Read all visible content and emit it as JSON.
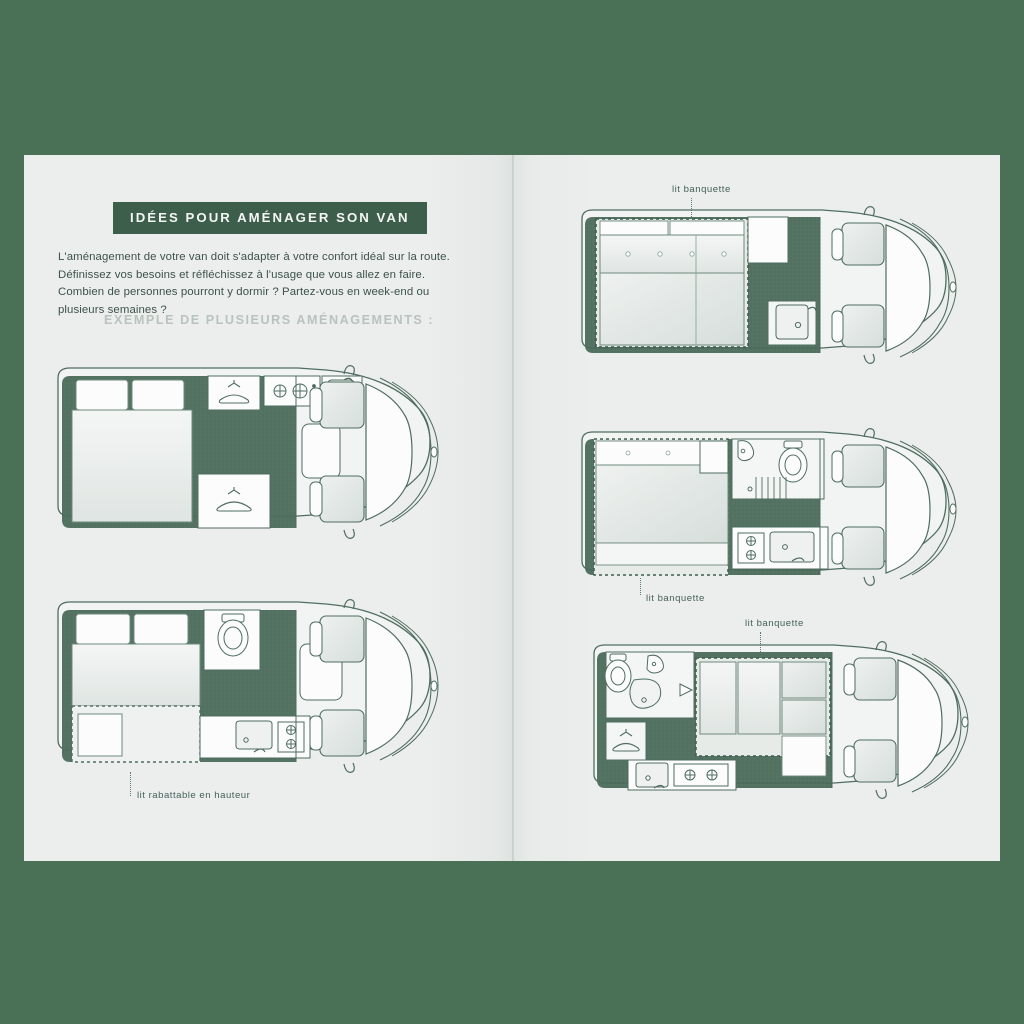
{
  "background_color": "#4a7055",
  "page_color": "#eceeed",
  "ink_color": "#3d5249",
  "accent_dark": "#3e5e4c",
  "subhead_color": "#b9c3bd",
  "left_page": {
    "title": "IDÉES POUR AMÉNAGER SON VAN",
    "body": "L'aménagement de votre van doit s'adapter à votre confort idéal sur la route. Définissez vos besoins et réfléchissez à l'usage que vous allez en faire. Combien de personnes pourront y dormir ?  Partez-vous en week-end ou plusieurs semaines ?",
    "subhead": "EXEMPLE DE PLUSIEURS AMÉNAGEMENTS :"
  },
  "layouts": [
    {
      "id": "layout-1",
      "position": "left-top",
      "label": null,
      "features": [
        "lit double",
        "oreillers",
        "penderie",
        "plaque de cuisson",
        "évier",
        "penderie"
      ]
    },
    {
      "id": "layout-2",
      "position": "left-bottom",
      "label": "lit rabattable en hauteur",
      "features": [
        "lit double",
        "oreillers",
        "toilettes",
        "évier",
        "plaque de cuisson",
        "lit rabattable"
      ]
    },
    {
      "id": "layout-3",
      "position": "right-top",
      "label": "lit banquette",
      "features": [
        "banquette convertible",
        "évier"
      ]
    },
    {
      "id": "layout-4",
      "position": "right-middle",
      "label": "lit banquette",
      "features": [
        "lit double",
        "toilettes",
        "douche",
        "évier",
        "plaque de cuisson",
        "banquette"
      ]
    },
    {
      "id": "layout-5",
      "position": "right-bottom",
      "label": "lit banquette",
      "features": [
        "toilettes",
        "lavabo",
        "penderie",
        "évier",
        "plaque de cuisson",
        "banquette convertible"
      ]
    }
  ]
}
